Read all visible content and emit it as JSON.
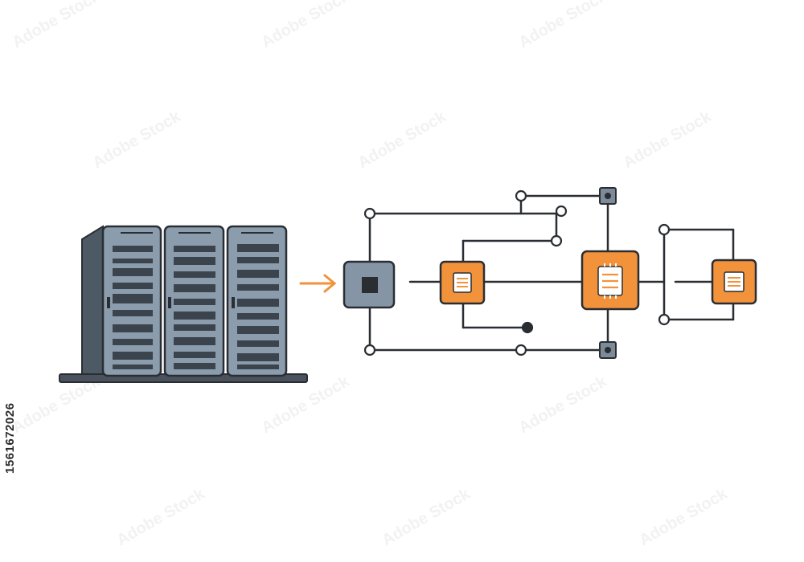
{
  "watermark": {
    "id_text": "1561672026",
    "pattern_text": "Adobe Stock"
  },
  "colors": {
    "rack_fill": "#8b9cad",
    "rack_dark": "#5f6b78",
    "rack_side": "#4e5966",
    "outline": "#2a2e33",
    "drive_slot": "#3b434c",
    "accent_orange": "#f2923b",
    "hub_fill": "#8595a6",
    "node_gray": "#7d8a98",
    "wire": "#2a2e33"
  },
  "diagram": {
    "server_racks": 3,
    "arrow": "right",
    "hub_icon": "cpu-square-icon",
    "chip_nodes": [
      "chip-small-left",
      "chip-large-center",
      "chip-small-right"
    ]
  }
}
